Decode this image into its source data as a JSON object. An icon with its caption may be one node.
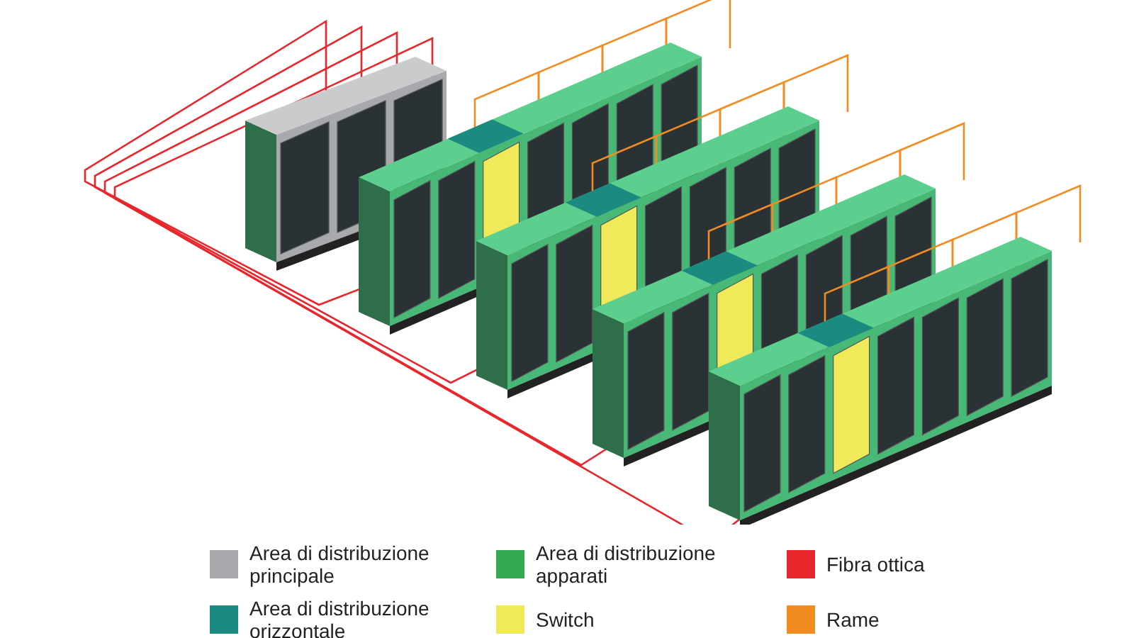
{
  "diagram": {
    "legend": [
      {
        "text": "Area di distribuzione principale",
        "color": "#a7a9ac"
      },
      {
        "text": "Area di distribuzione orizzontale",
        "color": "#1b8a80"
      },
      {
        "text": "Area di distribuzione apparati",
        "color": "#34a853"
      },
      {
        "text": "Switch",
        "color": "#f0ea5a"
      },
      {
        "text": "Fibra ottica",
        "color": "#e8262b"
      },
      {
        "text": "Rame",
        "color": "#f28b22"
      }
    ]
  }
}
